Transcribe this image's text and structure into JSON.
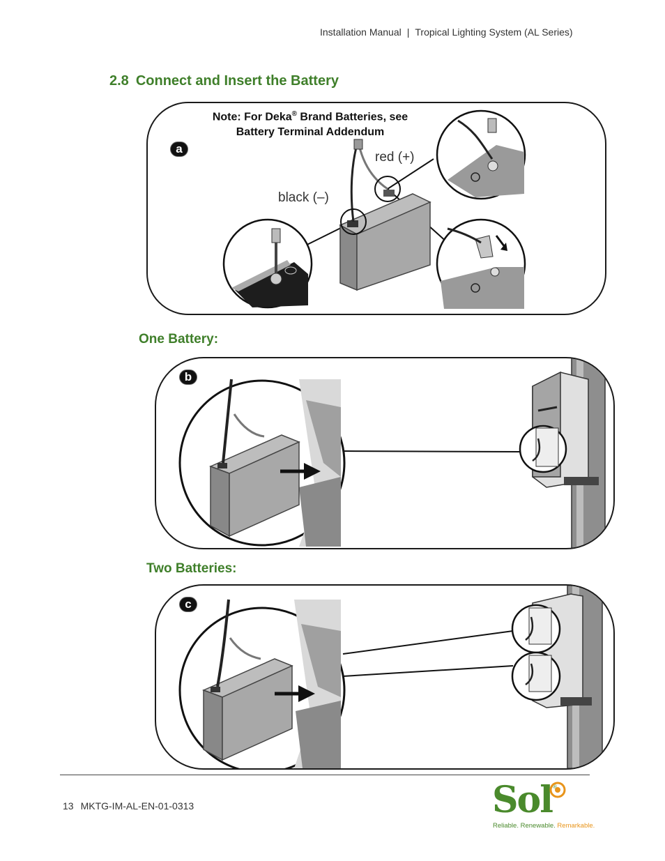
{
  "header": {
    "manual": "Installation Manual",
    "separator": "|",
    "product": "Tropical Lighting System (AL Series)"
  },
  "section": {
    "number": "2.8",
    "title": "Connect and Insert the Battery"
  },
  "figure_a": {
    "badge": "a",
    "note_prefix": "Note: For Deka",
    "note_reg": "®",
    "note_suffix": " Brand Batteries, see",
    "note_line2": "Battery Terminal Addendum",
    "label_red": "red (+)",
    "label_black": "black (–)"
  },
  "one_battery": {
    "heading": "One Battery:",
    "badge": "b"
  },
  "two_batteries": {
    "heading": "Two Batteries:",
    "badge": "c"
  },
  "footer": {
    "page": "13",
    "doc_code": "MKTG-IM-AL-EN-01-0313",
    "logo_word": "Sol",
    "logo_reg": "®",
    "tagline_part1": "Reliable. Renewable. ",
    "tagline_part2": "Remarkable."
  },
  "colors": {
    "heading_green": "#3f7f2a",
    "logo_green": "#4a8a2c",
    "logo_orange": "#e8941a"
  }
}
